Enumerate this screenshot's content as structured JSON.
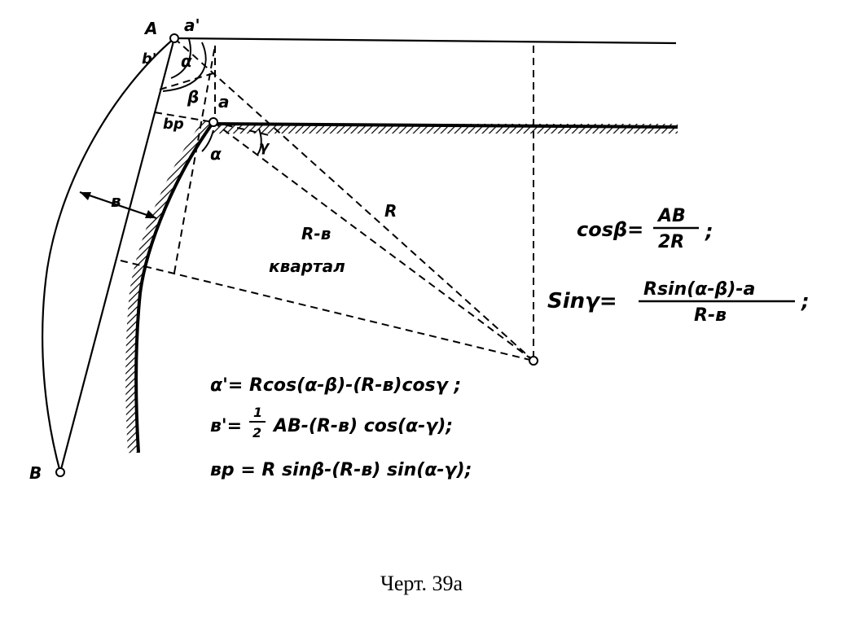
{
  "diagram": {
    "points": {
      "A": "A",
      "a_prime": "a'",
      "a": "a",
      "B": "B",
      "b_prime": "b'",
      "alpha": "α",
      "beta": "β",
      "bp": "bp",
      "gamma": "γ",
      "b": "в"
    },
    "line_labels": {
      "R": "R",
      "R_minus_b": "R-в",
      "kvartal": "квартал"
    },
    "formulas": {
      "cos_beta_lhs": "cosβ=",
      "cos_beta_num": "AB",
      "cos_beta_den": "2R",
      "cos_beta_end": ";",
      "sin_gamma_lhs": "Sinγ=",
      "sin_gamma_num": "Rsin(α-β)-a",
      "sin_gamma_den": "R-в",
      "sin_gamma_end": ";",
      "a_prime_eq": "α'= Rcos(α-β)-(R-в)cosγ ;",
      "b_prime_lhs": "в'=",
      "b_prime_num": "1",
      "b_prime_den": "2",
      "b_prime_rhs": "AB-(R-в) cos(α-γ);",
      "bp_eq": "вр = R sinβ-(R-в) sin(α-γ);"
    }
  },
  "caption": "Черт. 39а"
}
